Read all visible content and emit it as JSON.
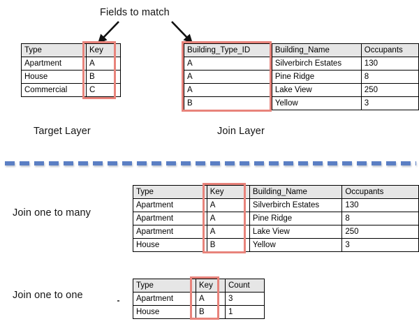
{
  "diagram": {
    "title": "Fields to match",
    "separator_color": "#5b7fc4",
    "highlight_color": "#e8837b",
    "header_fill": "#e6e6e6"
  },
  "top": {
    "target": {
      "caption": "Target Layer",
      "headers": [
        "Type",
        "Key"
      ],
      "rows": [
        [
          "Apartment",
          "A"
        ],
        [
          "House",
          "B"
        ],
        [
          "Commercial",
          "C"
        ]
      ],
      "highlight_column": "Key"
    },
    "join": {
      "caption": "Join Layer",
      "headers": [
        "Building_Type_ID",
        "Building_Name",
        "Occupants"
      ],
      "rows": [
        [
          "A",
          "Silverbirch Estates",
          "130"
        ],
        [
          "A",
          "Pine Ridge",
          "8"
        ],
        [
          "A",
          "Lake View",
          "250"
        ],
        [
          "B",
          "Yellow",
          "3"
        ]
      ],
      "highlight_column": "Building_Type_ID"
    }
  },
  "results": {
    "one_to_many": {
      "label": "Join one to many",
      "headers": [
        "Type",
        "Key",
        "Building_Name",
        "Occupants"
      ],
      "rows": [
        [
          "Apartment",
          "A",
          "Silverbirch Estates",
          "130"
        ],
        [
          "Apartment",
          "A",
          "Pine Ridge",
          "8"
        ],
        [
          "Apartment",
          "A",
          "Lake View",
          "250"
        ],
        [
          "House",
          "B",
          "Yellow",
          "3"
        ]
      ],
      "highlight_column": "Key"
    },
    "one_to_one": {
      "label": "Join one to one",
      "headers": [
        "Type",
        "Key",
        "Count"
      ],
      "rows": [
        [
          "Apartment",
          "A",
          "3"
        ],
        [
          "House",
          "B",
          "1"
        ]
      ],
      "highlight_column": "Key"
    }
  },
  "icons": {
    "arrow_left": "arrow-down-left-icon",
    "arrow_right": "arrow-down-right-icon"
  }
}
